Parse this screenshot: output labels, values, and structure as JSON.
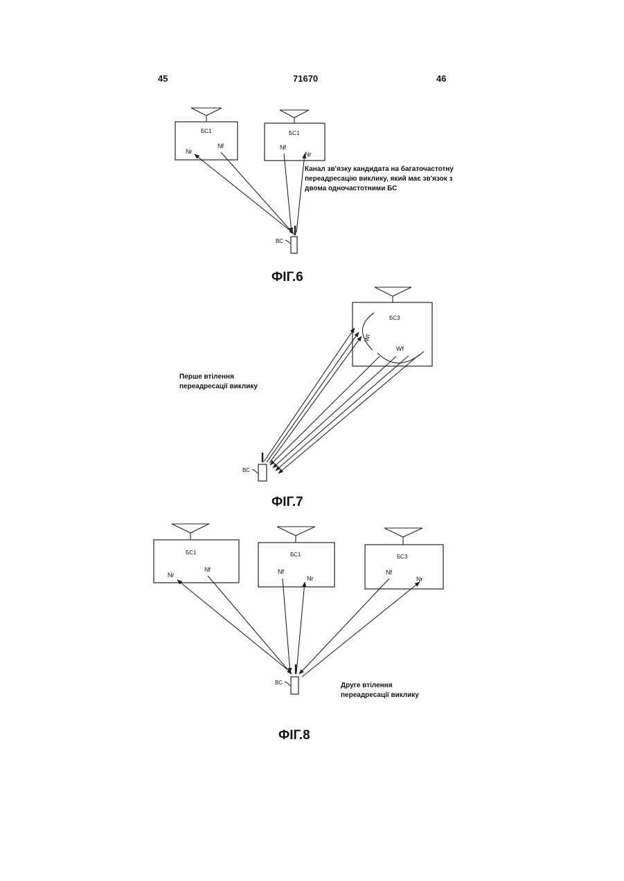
{
  "header": {
    "page_left": "45",
    "doc_number": "71670",
    "page_right": "46"
  },
  "fig6": {
    "caption": "ФІГ.6",
    "bs_left": {
      "label": "БС1",
      "nr": "Nr",
      "nf": "Nf"
    },
    "bs_right": {
      "label": "БС1",
      "nf": "Nf",
      "nr": "Nr"
    },
    "ms_label": "ВС",
    "note_lines": [
      "Канал зв'язку кандидата на багаточастотну",
      "переадресацію виклику, який має зв'язок з",
      "двома одночастотними БС"
    ]
  },
  "fig7": {
    "caption": "ФІГ.7",
    "bs": {
      "label": "БС3",
      "wr": "Wr",
      "wf": "Wf"
    },
    "ms_label": "ВС",
    "note_lines": [
      "Перше втілення",
      "переадресації виклику"
    ]
  },
  "fig8": {
    "caption": "ФІГ.8",
    "bs_1": {
      "label": "БС1",
      "nr": "Nr",
      "nf": "Nf"
    },
    "bs_2": {
      "label": "БС1",
      "nf": "Nf",
      "nr": "Nr"
    },
    "bs_3": {
      "label": "БС3",
      "nf": "Nf",
      "nr": "Nr"
    },
    "ms_label": "ВС",
    "note_lines": [
      "Друге втілення",
      "переадресації виклику"
    ]
  }
}
